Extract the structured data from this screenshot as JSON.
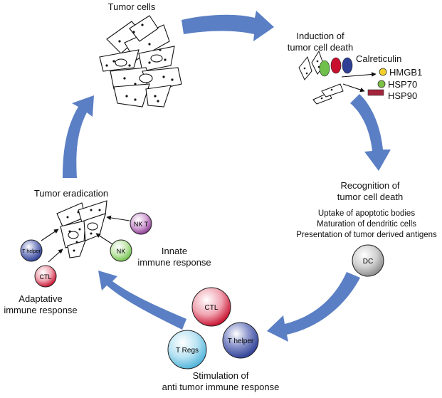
{
  "colors": {
    "cycle_arrow": "#5b7fc4",
    "cell_red": "#c8102e",
    "cell_blue": "#2e3f95",
    "cell_purple": "#8a3c8f",
    "cell_green": "#6fbf4a",
    "cell_cyan": "#4fb3d9",
    "cell_gray": "#8c8c8c",
    "hmgb1_yellow": "#f2d02c",
    "hsp70_green": "#7cc043",
    "hsp90_red": "#a3243b"
  },
  "stages": {
    "tumor_cells": {
      "title": "Tumor cells"
    },
    "induction": {
      "title_lines": [
        "Induction of",
        "tumor cell death"
      ],
      "markers": {
        "calreticulin": "Calreticulin",
        "hmgb1": "HMGB1",
        "hsp70": "HSP70",
        "hsp90": "HSP90"
      }
    },
    "recognition": {
      "title_lines": [
        "Recognition of",
        "tumor cell death"
      ],
      "details": [
        "Uptake of apoptotic bodies",
        "Maturation of dendritic cells",
        "Presentation of tumor derived antigens"
      ],
      "dc_label": "DC"
    },
    "stimulation": {
      "title_lines": [
        "Stimulation of",
        "anti tumor immune response"
      ],
      "cells": {
        "ctl": "CTL",
        "t_regs": "T Regs",
        "t_helper": "T helper"
      }
    },
    "eradication": {
      "title": "Tumor eradication",
      "cells": {
        "nkt": "NK T",
        "nk": "NK",
        "t_helper": "T helper",
        "ctl": "CTL"
      },
      "innate_lines": [
        "Innate",
        "immune response"
      ],
      "adaptive_lines": [
        "Adaptative",
        "immune response"
      ]
    }
  }
}
